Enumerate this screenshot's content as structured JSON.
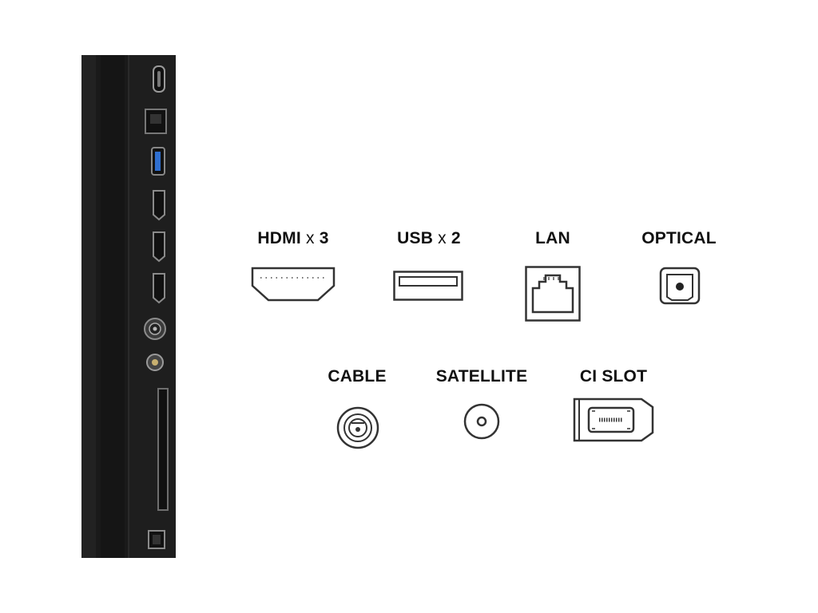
{
  "ports": {
    "hdmi": {
      "name": "HDMI",
      "mult": "x",
      "count": "3"
    },
    "usb": {
      "name": "USB",
      "mult": "x",
      "count": "2"
    },
    "lan": {
      "name": "LAN"
    },
    "optical": {
      "name": "OPTICAL"
    },
    "cable": {
      "name": "CABLE"
    },
    "satellite": {
      "name": "SATELLITE"
    },
    "ci_slot": {
      "name": "CI SLOT"
    }
  },
  "colors": {
    "panel": "#1c1c1c",
    "panel_edge": "#2b2b2b",
    "icon_stroke": "#333333",
    "usb_blue": "#2f6fd0"
  },
  "panel_ports_top_to_bottom": [
    "usb-c-port-icon",
    "lan-port-icon",
    "usb-port-icon",
    "hdmi-port-icon",
    "hdmi-port-icon",
    "hdmi-port-icon",
    "cable-port-icon",
    "satellite-port-icon",
    "ci-slot-icon",
    "optical-port-icon"
  ]
}
